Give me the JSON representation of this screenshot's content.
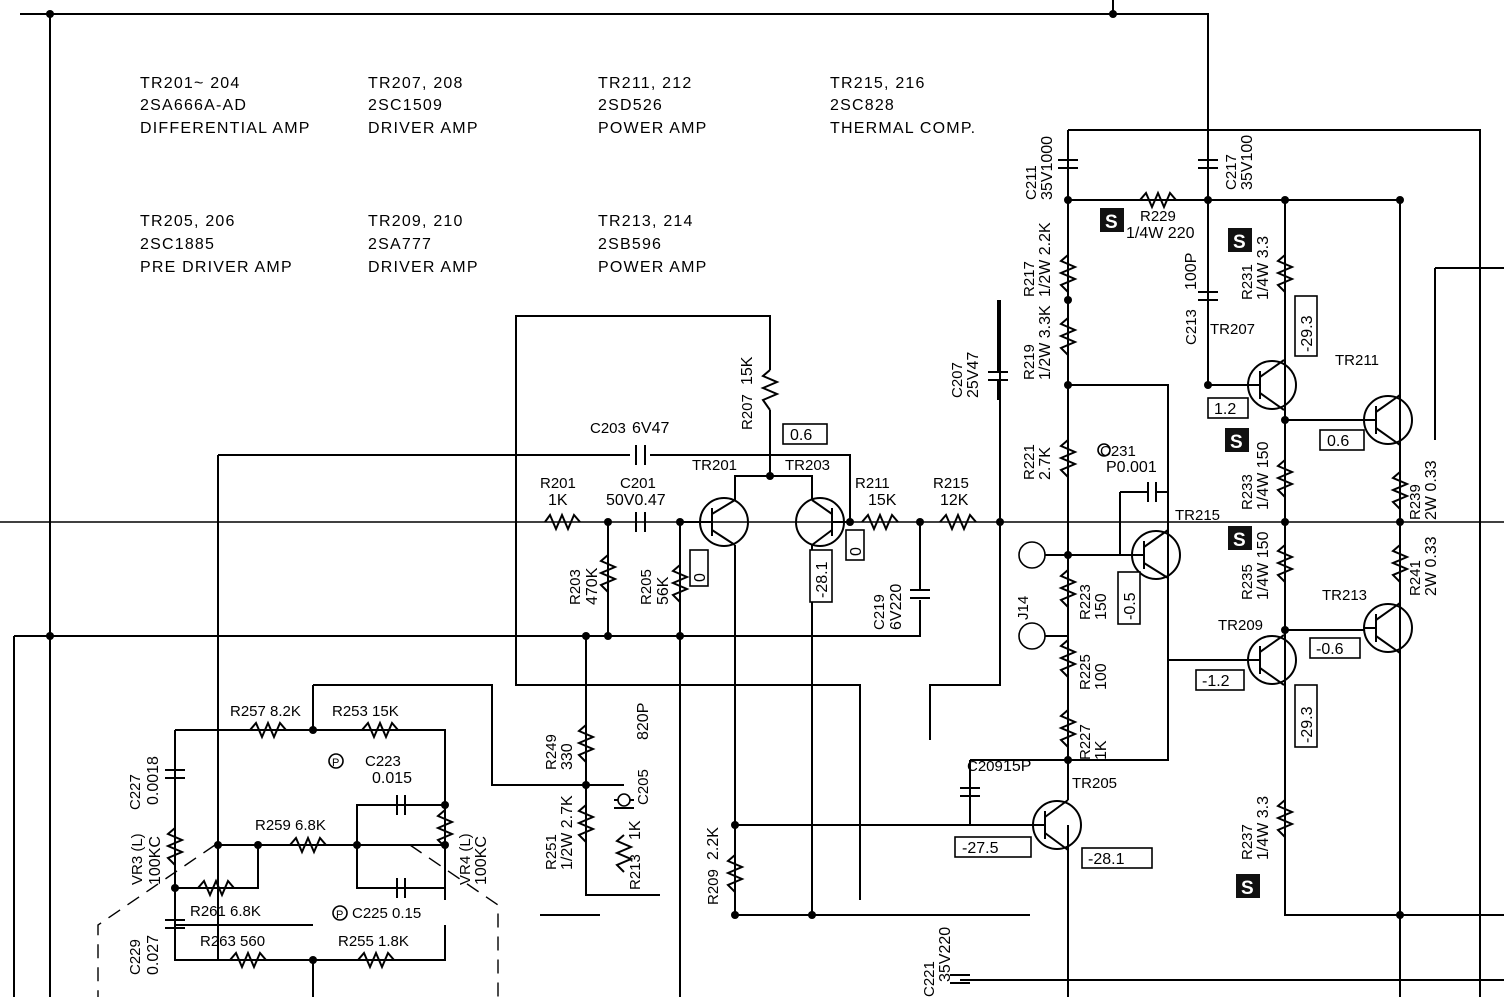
{
  "transistor_legend": [
    {
      "refs": "TR201~ 204",
      "part": "2SA666A-AD",
      "function": "DIFFERENTIAL  AMP"
    },
    {
      "refs": "TR207, 208",
      "part": "2SC1509",
      "function": "DRIVER  AMP"
    },
    {
      "refs": "TR211, 212",
      "part": "2SD526",
      "function": "POWER  AMP"
    },
    {
      "refs": "TR215, 216",
      "part": "2SC828",
      "function": "THERMAL  COMP."
    },
    {
      "refs": "TR205, 206",
      "part": "2SC1885",
      "function": "PRE DRIVER AMP"
    },
    {
      "refs": "TR209, 210",
      "part": "2SA777",
      "function": "DRIVER  AMP"
    },
    {
      "refs": "TR213, 214",
      "part": "2SB596",
      "function": "POWER AMP"
    }
  ],
  "transistors": {
    "tr201": "TR201",
    "tr203": "TR203",
    "tr205": "TR205",
    "tr207": "TR207",
    "tr209": "TR209",
    "tr211": "TR211",
    "tr213": "TR213",
    "tr215": "TR215"
  },
  "components": {
    "r201_ref": "R201",
    "r201_val": "1K",
    "c201_ref": "C201",
    "c201_val": "50V0.47",
    "c203_ref": "C203",
    "c203_val": "6V47",
    "r203_ref": "R203",
    "r203_val": "470K",
    "r205_ref": "R205",
    "r205_val": "56K",
    "r207_ref": "R207",
    "r207_val": "15K",
    "r211_ref": "R211",
    "r211_val": "15K",
    "r215_ref": "R215",
    "r215_val": "12K",
    "c219_ref": "C219",
    "c219_val": "6V220",
    "c207_ref": "C207",
    "c207_val": "25V47",
    "r217_ref": "R217",
    "r217_val": "1/2W  2.2K",
    "r219_ref": "R219",
    "r219_val": "1/2W  3.3K",
    "r221_ref": "R221",
    "r221_val": "2.7K",
    "c231_ref": "C231",
    "c231_val": "P0.001",
    "r223_ref": "R223",
    "r223_val": "150",
    "r225_ref": "R225",
    "r225_val": "100",
    "r227_ref": "R227",
    "r227_val": "1K",
    "c209_ref": "C209",
    "c209_val": "15P",
    "j14": "J14",
    "c211_ref": "C211",
    "c211_val": "35V1000",
    "c217_ref": "C217",
    "c217_val": "35V100",
    "r229_ref": "R229",
    "r229_val": "1/4W 220",
    "c213_ref": "C213",
    "c213_val": "100P",
    "r231_ref": "R231",
    "r231_val": "1/4W  3.3",
    "r233_ref": "R233",
    "r233_val": "1/4W  150",
    "r235_ref": "R235",
    "r235_val": "1/4W  150",
    "r237_ref": "R237",
    "r237_val": "1/4W  3.3",
    "r239_ref": "R239",
    "r239_val": "2W 0.33",
    "r241_ref": "R241",
    "r241_val": "2W 0.33",
    "r249_ref": "R249",
    "r249_val": "330",
    "c205_ref": "C205",
    "c205_val": "820P",
    "r251_ref": "R251",
    "r251_val": "1/2W  2.7K",
    "r213_ref": "R213",
    "r213_val": "1K",
    "r209_ref": "R209",
    "r209_val": "2.2K",
    "c221_ref": "C221",
    "c221_val": "35V220",
    "r257": "R257  8.2K",
    "r253": "R253   15K",
    "c227_ref": "C227",
    "c227_val": "0.0018",
    "vr3_ref": "VR3 (L)",
    "vr3_val": "100KC",
    "c223_ref": "C223",
    "c223_val": "0.015",
    "r259": "R259   6.8K",
    "vr4_ref": "VR4 (L)",
    "vr4_val": "100KC",
    "r261": "R261   6.8K",
    "c225": "C225  0.15",
    "c229_ref": "C229",
    "c229_val": "0.027",
    "r263": "R263   560",
    "r255": "R255   1.8K"
  },
  "voltages": {
    "v_06_top": "0.6",
    "v_0_tr201": "0",
    "v_m281": "-28.1",
    "v_0_r211": "0",
    "v_m05": "-0.5",
    "v_12": "1.2",
    "v_m293_top": "-29.3",
    "v_06_tr211": "0.6",
    "v_m12": "-1.2",
    "v_m06": "-0.6",
    "v_m293_bot": "-29.3",
    "v_m275": "-27.5",
    "v_m281_tr205": "-28.1"
  },
  "markers": {
    "s": "S",
    "p": "P"
  }
}
